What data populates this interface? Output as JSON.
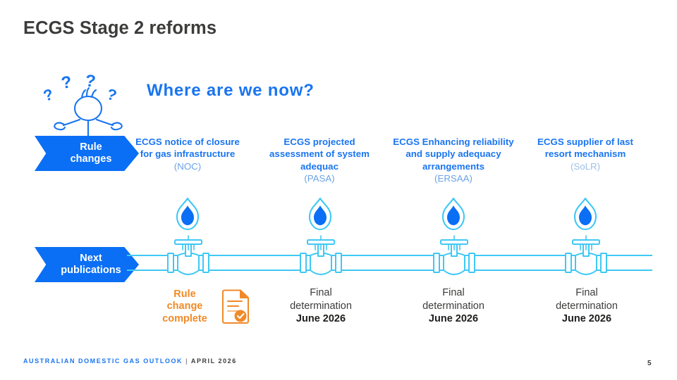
{
  "slide": {
    "title": "ECGS Stage 2 reforms",
    "subheading": "Where are we now?",
    "page_number": "5",
    "colors": {
      "brand_blue": "#1a75f0",
      "banner_blue": "#0a6ff5",
      "pipe_cyan": "#3fc8f5",
      "accent_orange": "#f08a28",
      "title_grey": "#3c3c3b"
    }
  },
  "banners": [
    {
      "id": "rule-changes",
      "line1": "Rule",
      "line2": "changes"
    },
    {
      "id": "next-publications",
      "line1": "Next",
      "line2": "publications"
    }
  ],
  "columns": [
    {
      "title": "ECGS notice of closure for gas infrastructure",
      "acronym": "(NOC)",
      "acronym_muted": false,
      "icon": "gas-flame-icon",
      "valve": "pipeline-valve-icon",
      "status_type": "complete",
      "status_line1": "Rule",
      "status_line2": "change",
      "status_line3": "complete",
      "status_icon": "document-check-icon"
    },
    {
      "title": "ECGS projected assessment of system adequac",
      "acronym": "(PASA)",
      "acronym_muted": false,
      "icon": "gas-flame-icon",
      "valve": "pipeline-valve-icon",
      "status_type": "determination",
      "status_line1": "Final",
      "status_line2": "determination",
      "status_date": "June 2026"
    },
    {
      "title": "ECGS Enhancing reliability and supply adequacy arrangements",
      "acronym": "(ERSAA)",
      "acronym_muted": false,
      "icon": "gas-flame-icon",
      "valve": "pipeline-valve-icon",
      "status_type": "determination",
      "status_line1": "Final",
      "status_line2": "determination",
      "status_date": "June 2026"
    },
    {
      "title": "ECGS supplier of last resort mechanism",
      "acronym": "(SoLR)",
      "acronym_muted": true,
      "icon": "gas-flame-icon",
      "valve": "pipeline-valve-icon",
      "status_type": "determination",
      "status_line1": "Final",
      "status_line2": "determination",
      "status_date": "June 2026"
    }
  ],
  "illustration": {
    "name": "confused-stick-figure-icon",
    "question_marks": 4
  },
  "footer": {
    "brand": "AUSTRALIAN DOMESTIC GAS OUTLOOK",
    "separator": "|",
    "date": "APRIL 2026"
  }
}
